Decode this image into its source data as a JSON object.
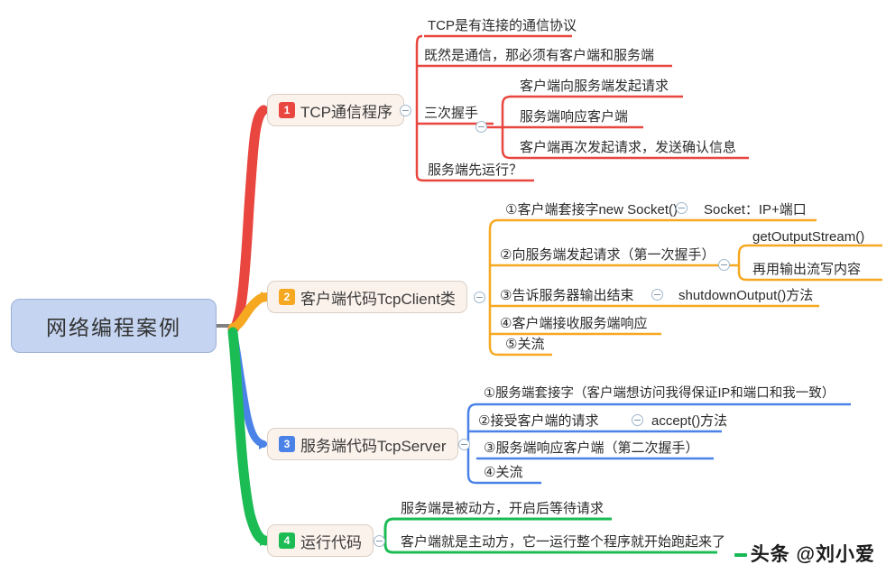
{
  "root": {
    "label": "网络编程案例",
    "color": "#c5d4f0"
  },
  "colors": {
    "branch_1": "#e8463f",
    "branch_2": "#f5a820",
    "branch_3": "#4a82e8",
    "branch_4": "#1cbc55",
    "node_fill": "#fbf2ec",
    "root_fill": "#c5d4f0",
    "text": "#2b2b2b"
  },
  "branches": [
    {
      "index": "1",
      "label": "TCP通信程序",
      "color": "#e8463f",
      "children": [
        {
          "label": "TCP是有连接的通信协议"
        },
        {
          "label": "既然是通信，那必须有客户端和服务端"
        },
        {
          "label": "三次握手",
          "children": [
            {
              "label": "客户端向服务端发起请求"
            },
            {
              "label": "服务端响应客户端"
            },
            {
              "label": "客户端再次发起请求，发送确认信息"
            }
          ]
        },
        {
          "label": "服务端先运行？"
        }
      ]
    },
    {
      "index": "2",
      "label": "客户端代码TcpClient类",
      "color": "#f5a820",
      "children": [
        {
          "label": "①客户端套接字new Socket()",
          "children": [
            {
              "label": "Socket：IP+端口"
            }
          ]
        },
        {
          "label": "②向服务端发起请求（第一次握手）",
          "children": [
            {
              "label": "getOutputStream()"
            },
            {
              "label": "再用输出流写内容"
            }
          ]
        },
        {
          "label": "③告诉服务器输出结束",
          "children": [
            {
              "label": "shutdownOutput()方法"
            }
          ]
        },
        {
          "label": "④客户端接收服务端响应"
        },
        {
          "label": "⑤关流"
        }
      ]
    },
    {
      "index": "3",
      "label": "服务端代码TcpServer",
      "color": "#4a82e8",
      "children": [
        {
          "label": "①服务端套接字（客户端想访问我得保证IP和端口和我一致）"
        },
        {
          "label": "②接受客户端的请求",
          "children": [
            {
              "label": "accept()方法"
            }
          ]
        },
        {
          "label": "③服务端响应客户端（第二次握手）"
        },
        {
          "label": "④关流"
        }
      ]
    },
    {
      "index": "4",
      "label": "运行代码",
      "color": "#1cbc55",
      "children": [
        {
          "label": "服务端是被动方，开启后等待请求"
        },
        {
          "label": "客户端就是主动方，它一运行整个程序就开始跑起来了"
        }
      ]
    }
  ],
  "watermark": {
    "text": "头条 @刘小爱"
  }
}
